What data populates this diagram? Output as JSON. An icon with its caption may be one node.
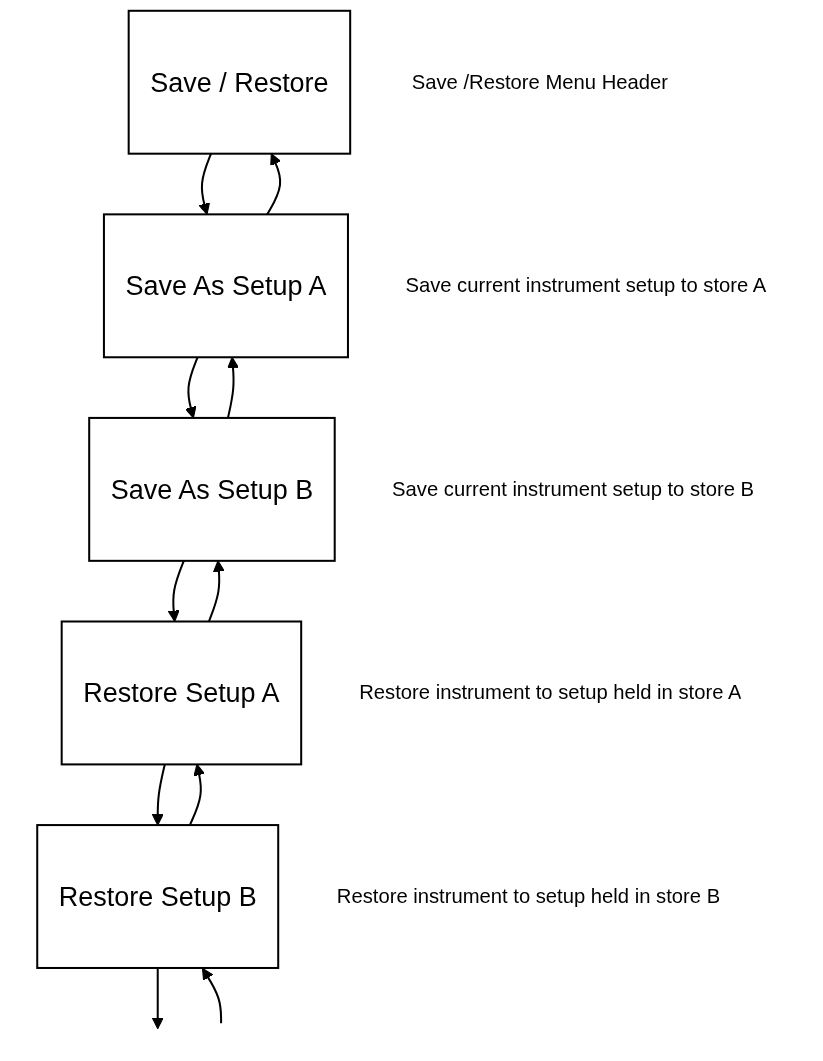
{
  "diagram": {
    "nodes": [
      {
        "text": [
          "Save / Restore"
        ],
        "beside": [
          "Save /Restore Menu Header"
        ]
      },
      {
        "text": [
          "Save As Setup A"
        ],
        "beside": [
          "Save current instrument setup to store A"
        ]
      },
      {
        "text": [
          "Save As Setup B"
        ],
        "beside": [
          "Save current instrument setup to store B"
        ]
      },
      {
        "text": [
          "Restore Setup A"
        ],
        "beside": [
          "Restore instrument to setup held in store A"
        ]
      },
      {
        "text": [
          "Restore Setup B"
        ],
        "beside": [
          "Restore instrument to setup held in store B"
        ]
      }
    ],
    "edges": [
      {
        "from": 0,
        "to": 1,
        "arrow": "to"
      },
      {
        "from": 1,
        "to": 0,
        "arrow": "to"
      },
      {
        "from": 1,
        "to": 2,
        "arrow": "to"
      },
      {
        "from": 2,
        "to": 1,
        "arrow": "to"
      },
      {
        "from": 2,
        "to": 3,
        "arrow": "to"
      },
      {
        "from": 3,
        "to": 2,
        "arrow": "to"
      },
      {
        "from": 3,
        "to": 4,
        "arrow": "to"
      },
      {
        "from": 4,
        "to": 3,
        "arrow": "to"
      },
      {
        "from": 4,
        "to": null,
        "arrow": "to"
      },
      {
        "from": null,
        "to": 4,
        "arrow": "to"
      }
    ]
  }
}
